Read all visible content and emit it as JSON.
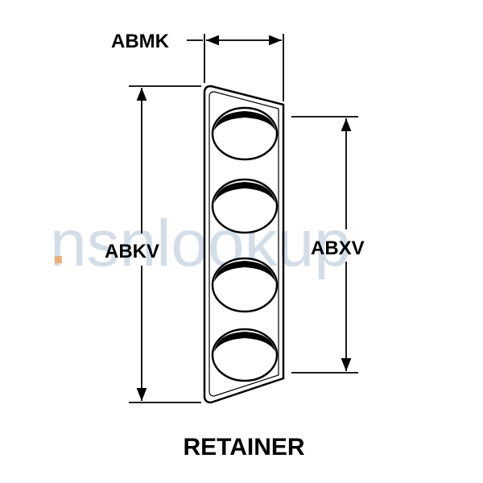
{
  "diagram": {
    "title": "RETAINER",
    "dimensions": {
      "top_width": "ABMK",
      "left_height": "ABKV",
      "right_height": "ABXV"
    },
    "hole_count": 4
  },
  "watermark": {
    "text": "nsnlookup"
  },
  "colors": {
    "line": "#000000",
    "background": "#ffffff",
    "watermark": "#9fb6cc",
    "watermark_accent": "#f0a060"
  }
}
